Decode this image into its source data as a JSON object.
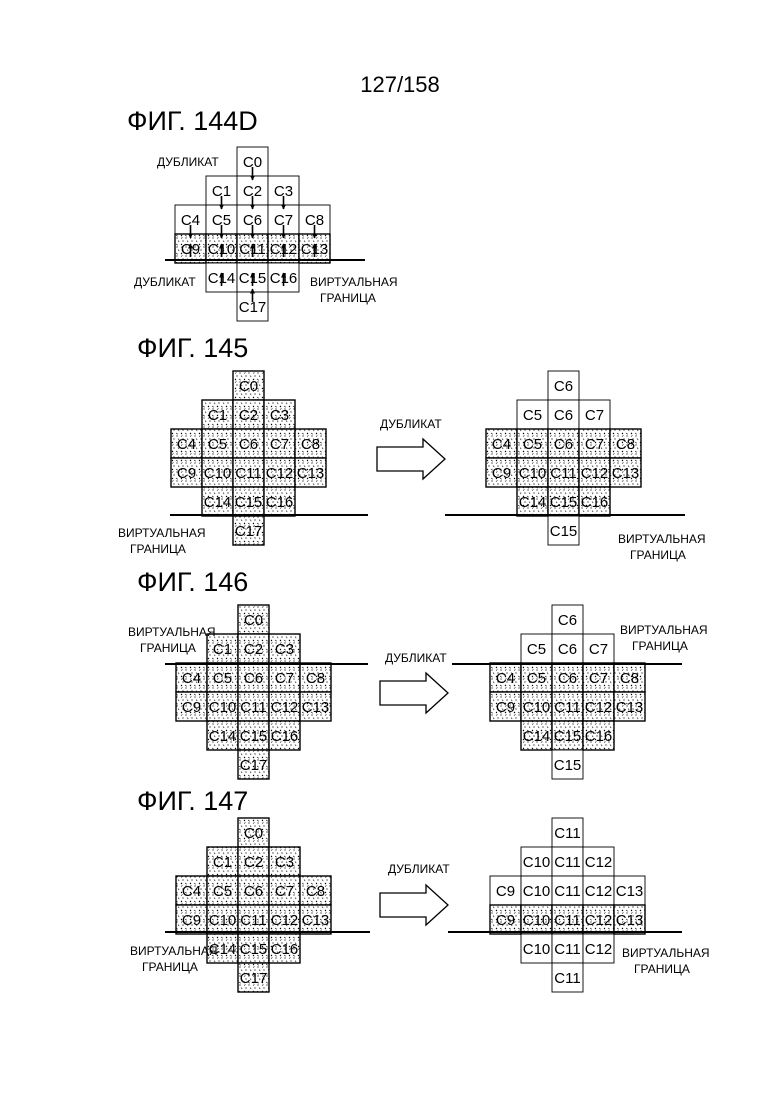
{
  "page_number": "127/158",
  "words": {
    "duplicate": "ДУБЛИКАТ",
    "virtual_line1": "ВИРТУАЛЬНАЯ",
    "virtual_line2": "ГРАНИЦА"
  },
  "figures": [
    {
      "id": "fig144d",
      "title": "ФИГ. 144D",
      "grids": [
        {
          "cells": [
            {
              "r": 0,
              "c": 2,
              "t": "C0",
              "s": false
            },
            {
              "r": 1,
              "c": 1,
              "t": "C1",
              "s": false
            },
            {
              "r": 1,
              "c": 2,
              "t": "C2",
              "s": false
            },
            {
              "r": 1,
              "c": 3,
              "t": "C3",
              "s": false
            },
            {
              "r": 2,
              "c": 0,
              "t": "C4",
              "s": false
            },
            {
              "r": 2,
              "c": 1,
              "t": "C5",
              "s": false
            },
            {
              "r": 2,
              "c": 2,
              "t": "C6",
              "s": false
            },
            {
              "r": 2,
              "c": 3,
              "t": "C7",
              "s": false
            },
            {
              "r": 2,
              "c": 4,
              "t": "C8",
              "s": false
            },
            {
              "r": 3,
              "c": 0,
              "t": "C9",
              "s": true
            },
            {
              "r": 3,
              "c": 1,
              "t": "C10",
              "s": true
            },
            {
              "r": 3,
              "c": 2,
              "t": "C11",
              "s": true
            },
            {
              "r": 3,
              "c": 3,
              "t": "C12",
              "s": true
            },
            {
              "r": 3,
              "c": 4,
              "t": "C13",
              "s": true
            },
            {
              "r": 4,
              "c": 1,
              "t": "C14",
              "s": false
            },
            {
              "r": 4,
              "c": 2,
              "t": "C15",
              "s": false
            },
            {
              "r": 4,
              "c": 3,
              "t": "C16",
              "s": false
            },
            {
              "r": 5,
              "c": 2,
              "t": "C17",
              "s": false
            }
          ]
        }
      ]
    },
    {
      "id": "fig145",
      "title": "ФИГ. 145",
      "grids": [
        {
          "cells": [
            {
              "r": 0,
              "c": 2,
              "t": "C0",
              "s": true
            },
            {
              "r": 1,
              "c": 1,
              "t": "C1",
              "s": true
            },
            {
              "r": 1,
              "c": 2,
              "t": "C2",
              "s": true
            },
            {
              "r": 1,
              "c": 3,
              "t": "C3",
              "s": true
            },
            {
              "r": 2,
              "c": 0,
              "t": "C4",
              "s": true
            },
            {
              "r": 2,
              "c": 1,
              "t": "C5",
              "s": true
            },
            {
              "r": 2,
              "c": 2,
              "t": "C6",
              "s": true
            },
            {
              "r": 2,
              "c": 3,
              "t": "C7",
              "s": true
            },
            {
              "r": 2,
              "c": 4,
              "t": "C8",
              "s": true
            },
            {
              "r": 3,
              "c": 0,
              "t": "C9",
              "s": true
            },
            {
              "r": 3,
              "c": 1,
              "t": "C10",
              "s": true
            },
            {
              "r": 3,
              "c": 2,
              "t": "C11",
              "s": true
            },
            {
              "r": 3,
              "c": 3,
              "t": "C12",
              "s": true
            },
            {
              "r": 3,
              "c": 4,
              "t": "C13",
              "s": true
            },
            {
              "r": 4,
              "c": 1,
              "t": "C14",
              "s": true
            },
            {
              "r": 4,
              "c": 2,
              "t": "C15",
              "s": true
            },
            {
              "r": 4,
              "c": 3,
              "t": "C16",
              "s": true
            },
            {
              "r": 5,
              "c": 2,
              "t": "C17",
              "s": true
            }
          ]
        },
        {
          "cells": [
            {
              "r": 0,
              "c": 2,
              "t": "C6",
              "s": false
            },
            {
              "r": 1,
              "c": 1,
              "t": "C5",
              "s": false
            },
            {
              "r": 1,
              "c": 2,
              "t": "C6",
              "s": false
            },
            {
              "r": 1,
              "c": 3,
              "t": "C7",
              "s": false
            },
            {
              "r": 2,
              "c": 0,
              "t": "C4",
              "s": true
            },
            {
              "r": 2,
              "c": 1,
              "t": "C5",
              "s": true
            },
            {
              "r": 2,
              "c": 2,
              "t": "C6",
              "s": true
            },
            {
              "r": 2,
              "c": 3,
              "t": "C7",
              "s": true
            },
            {
              "r": 2,
              "c": 4,
              "t": "C8",
              "s": true
            },
            {
              "r": 3,
              "c": 0,
              "t": "C9",
              "s": true
            },
            {
              "r": 3,
              "c": 1,
              "t": "C10",
              "s": true
            },
            {
              "r": 3,
              "c": 2,
              "t": "C11",
              "s": true
            },
            {
              "r": 3,
              "c": 3,
              "t": "C12",
              "s": true
            },
            {
              "r": 3,
              "c": 4,
              "t": "C13",
              "s": true
            },
            {
              "r": 4,
              "c": 1,
              "t": "C14",
              "s": true
            },
            {
              "r": 4,
              "c": 2,
              "t": "C15",
              "s": true
            },
            {
              "r": 4,
              "c": 3,
              "t": "C16",
              "s": true
            },
            {
              "r": 5,
              "c": 2,
              "t": "C15",
              "s": false
            }
          ]
        }
      ]
    },
    {
      "id": "fig146",
      "title": "ФИГ. 146",
      "grids": [
        {
          "cells": [
            {
              "r": 0,
              "c": 2,
              "t": "C0",
              "s": true
            },
            {
              "r": 1,
              "c": 1,
              "t": "C1",
              "s": true
            },
            {
              "r": 1,
              "c": 2,
              "t": "C2",
              "s": true
            },
            {
              "r": 1,
              "c": 3,
              "t": "C3",
              "s": true
            },
            {
              "r": 2,
              "c": 0,
              "t": "C4",
              "s": true
            },
            {
              "r": 2,
              "c": 1,
              "t": "C5",
              "s": true
            },
            {
              "r": 2,
              "c": 2,
              "t": "C6",
              "s": true
            },
            {
              "r": 2,
              "c": 3,
              "t": "C7",
              "s": true
            },
            {
              "r": 2,
              "c": 4,
              "t": "C8",
              "s": true
            },
            {
              "r": 3,
              "c": 0,
              "t": "C9",
              "s": true
            },
            {
              "r": 3,
              "c": 1,
              "t": "C10",
              "s": true
            },
            {
              "r": 3,
              "c": 2,
              "t": "C11",
              "s": true
            },
            {
              "r": 3,
              "c": 3,
              "t": "C12",
              "s": true
            },
            {
              "r": 3,
              "c": 4,
              "t": "C13",
              "s": true
            },
            {
              "r": 4,
              "c": 1,
              "t": "C14",
              "s": true
            },
            {
              "r": 4,
              "c": 2,
              "t": "C15",
              "s": true
            },
            {
              "r": 4,
              "c": 3,
              "t": "C16",
              "s": true
            },
            {
              "r": 5,
              "c": 2,
              "t": "C17",
              "s": true
            }
          ]
        },
        {
          "cells": [
            {
              "r": 0,
              "c": 2,
              "t": "C6",
              "s": false
            },
            {
              "r": 1,
              "c": 1,
              "t": "C5",
              "s": false
            },
            {
              "r": 1,
              "c": 2,
              "t": "C6",
              "s": false
            },
            {
              "r": 1,
              "c": 3,
              "t": "C7",
              "s": false
            },
            {
              "r": 2,
              "c": 0,
              "t": "C4",
              "s": true
            },
            {
              "r": 2,
              "c": 1,
              "t": "C5",
              "s": true
            },
            {
              "r": 2,
              "c": 2,
              "t": "C6",
              "s": true
            },
            {
              "r": 2,
              "c": 3,
              "t": "C7",
              "s": true
            },
            {
              "r": 2,
              "c": 4,
              "t": "C8",
              "s": true
            },
            {
              "r": 3,
              "c": 0,
              "t": "C9",
              "s": true
            },
            {
              "r": 3,
              "c": 1,
              "t": "C10",
              "s": true
            },
            {
              "r": 3,
              "c": 2,
              "t": "C11",
              "s": true
            },
            {
              "r": 3,
              "c": 3,
              "t": "C12",
              "s": true
            },
            {
              "r": 3,
              "c": 4,
              "t": "C13",
              "s": true
            },
            {
              "r": 4,
              "c": 1,
              "t": "C14",
              "s": true
            },
            {
              "r": 4,
              "c": 2,
              "t": "C15",
              "s": true
            },
            {
              "r": 4,
              "c": 3,
              "t": "C16",
              "s": true
            },
            {
              "r": 5,
              "c": 2,
              "t": "C15",
              "s": false
            }
          ]
        }
      ]
    },
    {
      "id": "fig147",
      "title": "ФИГ. 147",
      "grids": [
        {
          "cells": [
            {
              "r": 0,
              "c": 2,
              "t": "C0",
              "s": true
            },
            {
              "r": 1,
              "c": 1,
              "t": "C1",
              "s": true
            },
            {
              "r": 1,
              "c": 2,
              "t": "C2",
              "s": true
            },
            {
              "r": 1,
              "c": 3,
              "t": "C3",
              "s": true
            },
            {
              "r": 2,
              "c": 0,
              "t": "C4",
              "s": true
            },
            {
              "r": 2,
              "c": 1,
              "t": "C5",
              "s": true
            },
            {
              "r": 2,
              "c": 2,
              "t": "C6",
              "s": true
            },
            {
              "r": 2,
              "c": 3,
              "t": "C7",
              "s": true
            },
            {
              "r": 2,
              "c": 4,
              "t": "C8",
              "s": true
            },
            {
              "r": 3,
              "c": 0,
              "t": "C9",
              "s": true
            },
            {
              "r": 3,
              "c": 1,
              "t": "C10",
              "s": true
            },
            {
              "r": 3,
              "c": 2,
              "t": "C11",
              "s": true
            },
            {
              "r": 3,
              "c": 3,
              "t": "C12",
              "s": true
            },
            {
              "r": 3,
              "c": 4,
              "t": "C13",
              "s": true
            },
            {
              "r": 4,
              "c": 1,
              "t": "C14",
              "s": true
            },
            {
              "r": 4,
              "c": 2,
              "t": "C15",
              "s": true
            },
            {
              "r": 4,
              "c": 3,
              "t": "C16",
              "s": true
            },
            {
              "r": 5,
              "c": 2,
              "t": "C17",
              "s": true
            }
          ]
        },
        {
          "cells": [
            {
              "r": 0,
              "c": 2,
              "t": "C11",
              "s": false
            },
            {
              "r": 1,
              "c": 1,
              "t": "C10",
              "s": false
            },
            {
              "r": 1,
              "c": 2,
              "t": "C11",
              "s": false
            },
            {
              "r": 1,
              "c": 3,
              "t": "C12",
              "s": false
            },
            {
              "r": 2,
              "c": 0,
              "t": "C9",
              "s": false
            },
            {
              "r": 2,
              "c": 1,
              "t": "C10",
              "s": false
            },
            {
              "r": 2,
              "c": 2,
              "t": "C11",
              "s": false
            },
            {
              "r": 2,
              "c": 3,
              "t": "C12",
              "s": false
            },
            {
              "r": 2,
              "c": 4,
              "t": "C13",
              "s": false
            },
            {
              "r": 3,
              "c": 0,
              "t": "C9",
              "s": true
            },
            {
              "r": 3,
              "c": 1,
              "t": "C10",
              "s": true
            },
            {
              "r": 3,
              "c": 2,
              "t": "C11",
              "s": true
            },
            {
              "r": 3,
              "c": 3,
              "t": "C12",
              "s": true
            },
            {
              "r": 3,
              "c": 4,
              "t": "C13",
              "s": true
            },
            {
              "r": 4,
              "c": 1,
              "t": "C10",
              "s": false
            },
            {
              "r": 4,
              "c": 2,
              "t": "C11",
              "s": false
            },
            {
              "r": 4,
              "c": 3,
              "t": "C12",
              "s": false
            },
            {
              "r": 5,
              "c": 2,
              "t": "C11",
              "s": false
            }
          ]
        }
      ]
    }
  ]
}
